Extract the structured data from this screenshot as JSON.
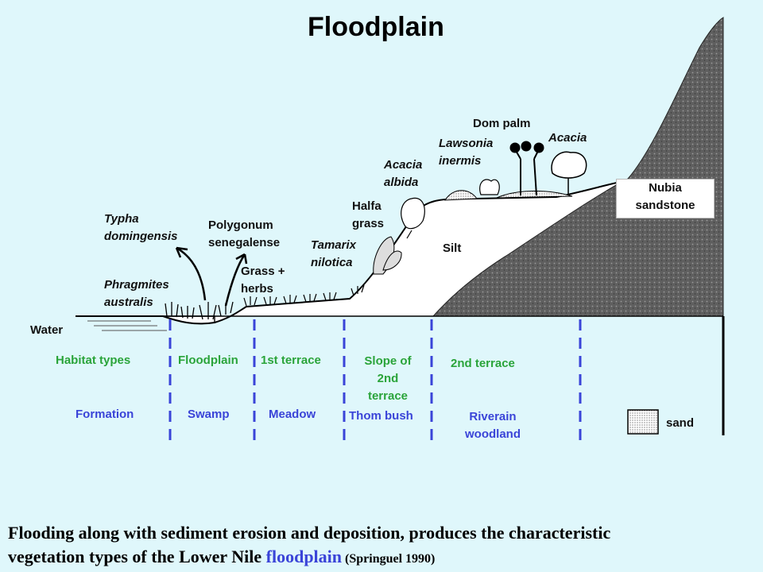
{
  "title": "Floodplain",
  "labels": {
    "dom_palm": "Dom palm",
    "acacia": "Acacia",
    "lawsonia": "Lawsonia\ninermis",
    "acacia_albida": "Acacia\nalbida",
    "halfa_grass": "Halfa\ngrass",
    "typha": "Typha\ndomingensis",
    "polygonum": "Polygonum\nsenegalense",
    "tamarix": "Tamarix\nnilotica",
    "grass_herbs": "Grass +\nherbs",
    "phragmites": "Phragmites\naustralis",
    "silt": "Silt",
    "nubia": "Nubia\nsandstone",
    "water": "Water"
  },
  "habitat_row": {
    "header": "Habitat types",
    "items": [
      "Floodplain",
      "1st terrace",
      "Slope of\n2nd\nterrace",
      "2nd terrace"
    ]
  },
  "formation_row": {
    "header": "Formation",
    "items": [
      "Swamp",
      "Meadow",
      "Thom bush",
      "Riverain\nwoodland"
    ]
  },
  "legend": {
    "sand": "sand"
  },
  "caption": {
    "line1": "Flooding along with sediment erosion and deposition, produces  the characteristic",
    "part_a": "vegetation types of the Lower Nile ",
    "highlight": "floodplain",
    "citation": " (Springuel 1990)"
  },
  "colors": {
    "habitat": "#2aa43a",
    "formation": "#3a44d8",
    "divider": "#3a44d8",
    "rock": "#666666"
  }
}
